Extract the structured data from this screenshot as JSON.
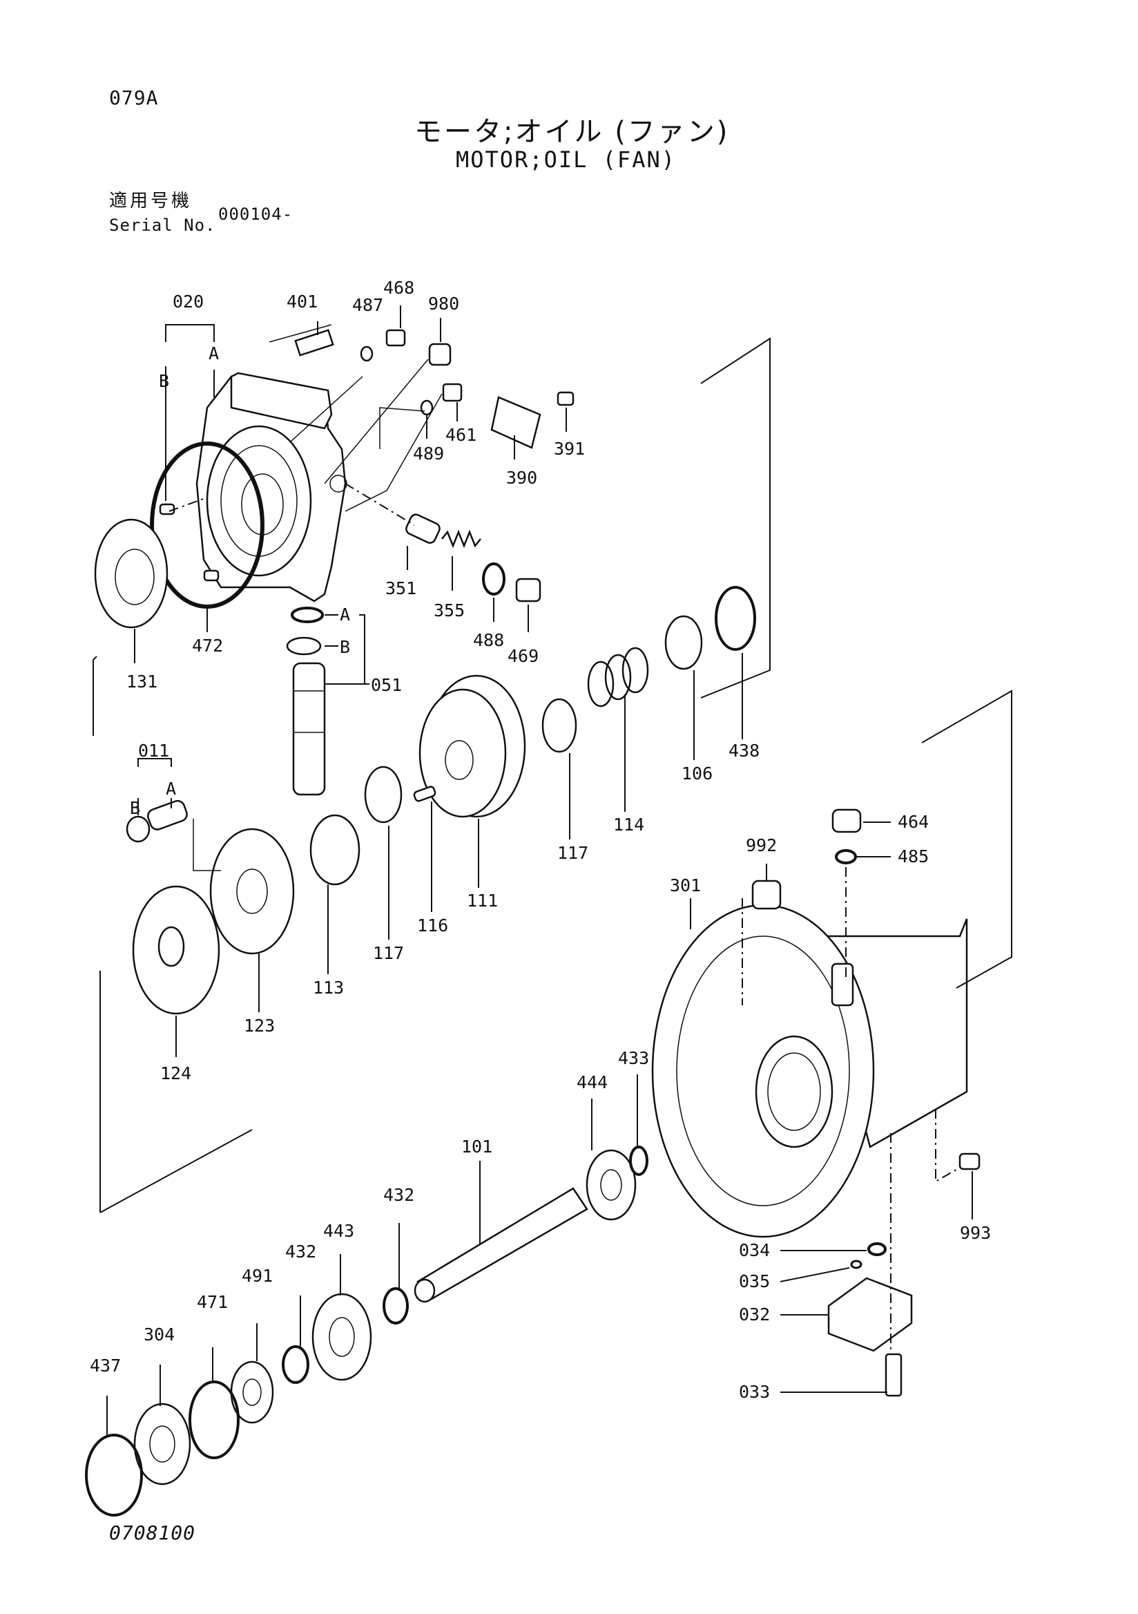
{
  "header": {
    "page_code": "079A",
    "title_jp": "モータ;オイル (ファン)",
    "title_en": "MOTOR;OIL (FAN)",
    "serial_label_jp": "適用号機",
    "serial_label_en": "Serial No.",
    "serial_value": "000104-"
  },
  "callouts": {
    "p020": "020",
    "p401": "401",
    "p487": "487",
    "p468": "468",
    "p980": "980",
    "pA1": "A",
    "pB1": "B",
    "p489": "489",
    "p461": "461",
    "p391": "391",
    "p390": "390",
    "p351": "351",
    "p355": "355",
    "p488": "488",
    "p469": "469",
    "p131": "131",
    "p472": "472",
    "pA2": "A",
    "pB2": "B",
    "p051": "051",
    "p438": "438",
    "p106": "106",
    "p114": "114",
    "p117a": "117",
    "p111": "111",
    "p116": "116",
    "p117b": "117",
    "p113": "113",
    "p011": "011",
    "pB3": "B",
    "pA3": "A",
    "p123": "123",
    "p124": "124",
    "p464": "464",
    "p485": "485",
    "p992": "992",
    "p301": "301",
    "p433": "433",
    "p444": "444",
    "p101": "101",
    "p432a": "432",
    "p443": "443",
    "p432b": "432",
    "p491": "491",
    "p471": "471",
    "p304": "304",
    "p437": "437",
    "p034": "034",
    "p035": "035",
    "p032": "032",
    "p033": "033",
    "p993": "993"
  },
  "footer": {
    "drawing_code": "0708100"
  }
}
